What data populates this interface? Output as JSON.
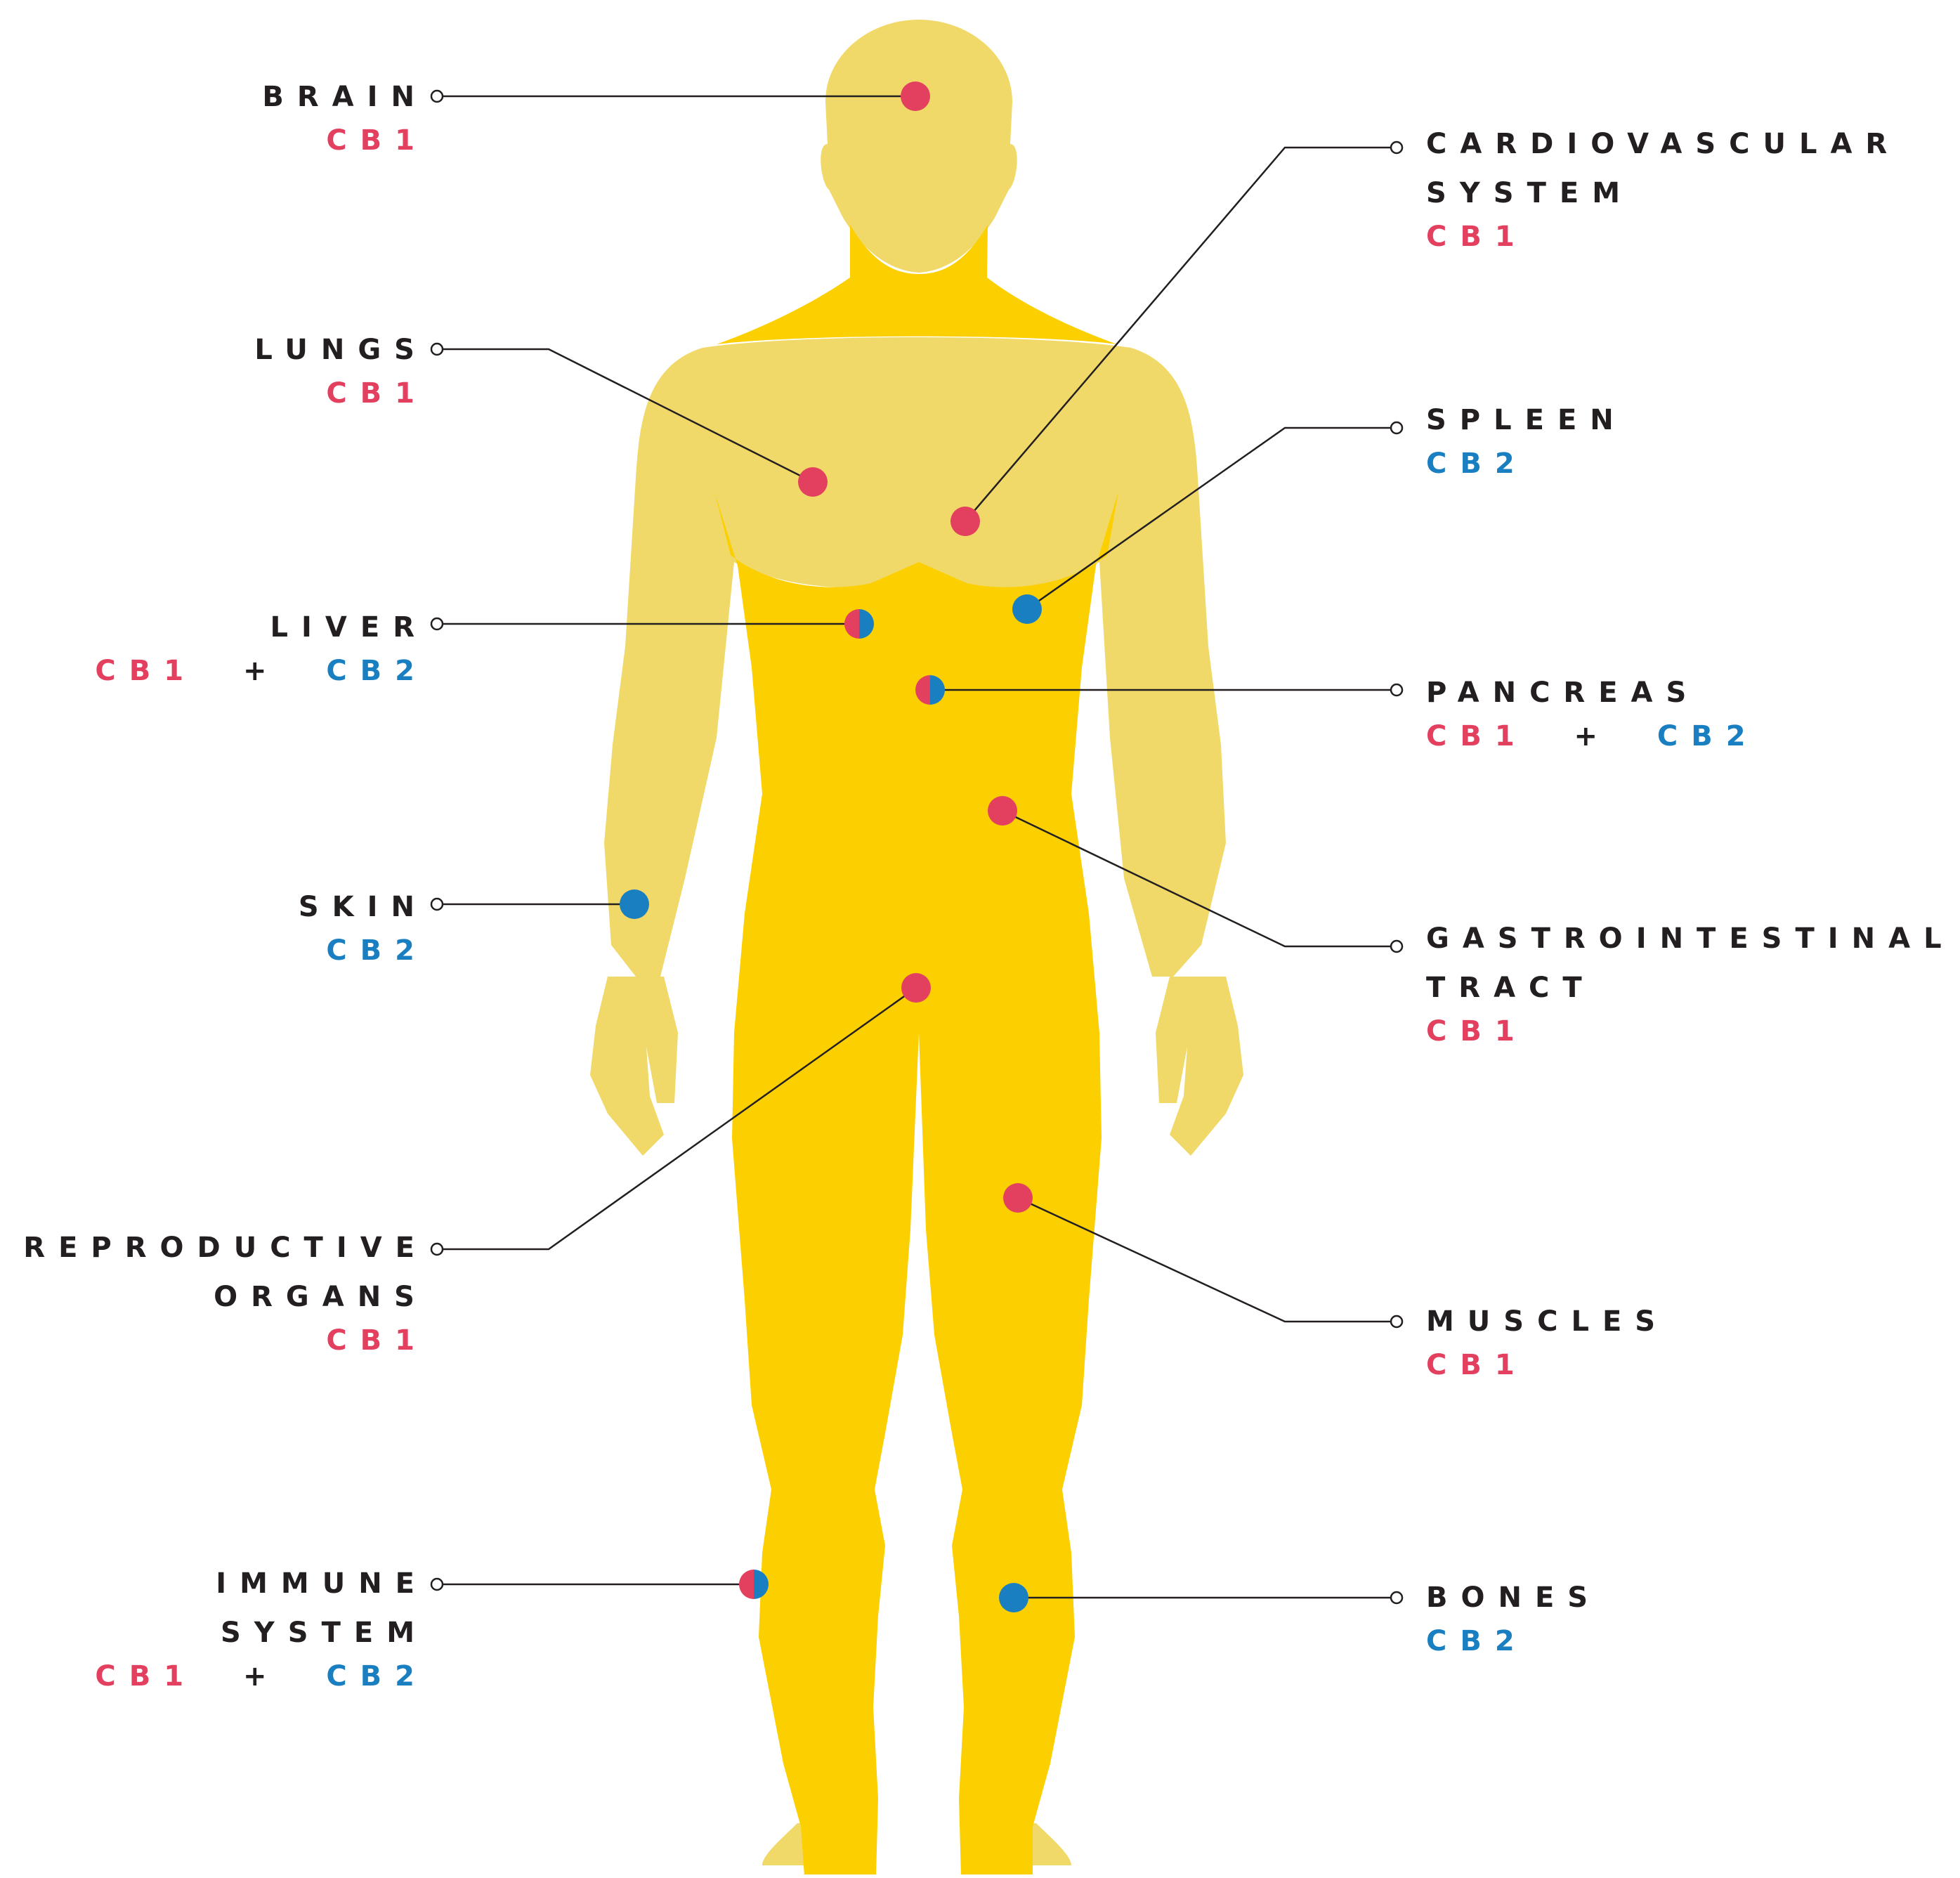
{
  "colors": {
    "ink": "#231f20",
    "cb1": "#e3405f",
    "cb2": "#1a7fc1",
    "body": "#fcd000",
    "body_light": "#f0d968",
    "line": "#231f20"
  },
  "labels": {
    "brain": {
      "name": [
        "BRAIN"
      ],
      "receptors": "CB1"
    },
    "lungs": {
      "name": [
        "LUNGS"
      ],
      "receptors": "CB1"
    },
    "liver": {
      "name": [
        "LIVER"
      ],
      "receptors": "CB1+CB2",
      "cb1": "CB1",
      "plus": "+",
      "cb2": "CB2"
    },
    "skin": {
      "name": [
        "SKIN"
      ],
      "receptors": "CB2"
    },
    "reproductive": {
      "name": [
        "REPRODUCTIVE",
        "ORGANS"
      ],
      "receptors": "CB1"
    },
    "immune": {
      "name": [
        "IMMUNE",
        "SYSTEM"
      ],
      "receptors": "CB1+CB2",
      "cb1": "CB1",
      "plus": "+",
      "cb2": "CB2"
    },
    "cardiovascular": {
      "name": [
        "CARDIOVASCULAR",
        "SYSTEM"
      ],
      "receptors": "CB1"
    },
    "spleen": {
      "name": [
        "SPLEEN"
      ],
      "receptors": "CB2"
    },
    "pancreas": {
      "name": [
        "PANCREAS"
      ],
      "receptors": "CB1+CB2",
      "cb1": "CB1",
      "plus": "+",
      "cb2": "CB2"
    },
    "gastro": {
      "name": [
        "GASTROINTESTINAL",
        "TRACT"
      ],
      "receptors": "CB1"
    },
    "muscles": {
      "name": [
        "MUSCLES"
      ],
      "receptors": "CB1"
    },
    "bones": {
      "name": [
        "BONES"
      ],
      "receptors": "CB2"
    }
  }
}
